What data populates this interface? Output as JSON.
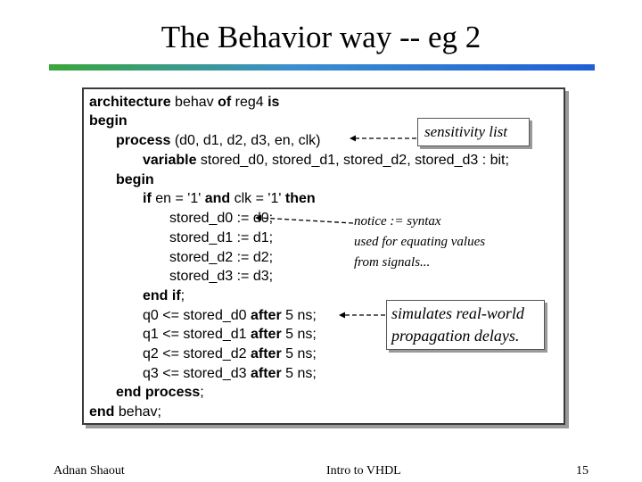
{
  "title": "The Behavior way -- eg 2",
  "code": {
    "l1": {
      "kw1": "architecture",
      "t1": " behav ",
      "kw2": "of",
      "t2": " reg4 ",
      "kw3": "is"
    },
    "l2": {
      "kw1": "begin"
    },
    "l3": {
      "kw1": "process",
      "t1": " (",
      "kw2": "d0",
      "t2": ", d1, d2, d3, en, clk)"
    },
    "l4": {
      "kw1": "variable",
      "t1": " stored_d0, stored_d1, stored_d2, stored_d3 : bit;"
    },
    "l5": {
      "kw1": "begin"
    },
    "l6": {
      "kw1": "if",
      "t1": " en = '1' ",
      "kw2": "and",
      "t2": " clk = '1' ",
      "kw3": "then"
    },
    "l7": {
      "t1": "stored_d0 := d0;"
    },
    "l8": {
      "t1": "stored_d1 := d1;"
    },
    "l9": {
      "t1": "stored_d2 := d2;"
    },
    "l10": {
      "t1": "stored_d3 := d3;"
    },
    "l11": {
      "kw1": "end if",
      "t1": ";"
    },
    "l12": {
      "t1": "q0 <= stored_d0 ",
      "kw1": "after",
      "t2": " 5 ns;"
    },
    "l13": {
      "t1": "q1 <= stored_d1 ",
      "kw1": "after",
      "t2": " 5 ns;"
    },
    "l14": {
      "t1": "q2 <= stored_d2 ",
      "kw1": "after",
      "t2": " 5 ns;"
    },
    "l15": {
      "t1": "q3 <= stored_d3 ",
      "kw1": "after",
      "t2": " 5 ns;"
    },
    "l16": {
      "kw1": "end process",
      "t1": ";"
    },
    "l17": {
      "kw1": "end",
      "t1": " behav;"
    }
  },
  "notes": {
    "sensitivity": "sensitivity list",
    "notice_line1": "notice  :=   syntax",
    "notice_line2": "used for equating values",
    "notice_line3": "from signals...",
    "simulates_line1": "simulates real-world",
    "simulates_line2": "propagation delays."
  },
  "footer": {
    "author": "Adnan Shaout",
    "course": "Intro to VHDL",
    "page": "15"
  }
}
